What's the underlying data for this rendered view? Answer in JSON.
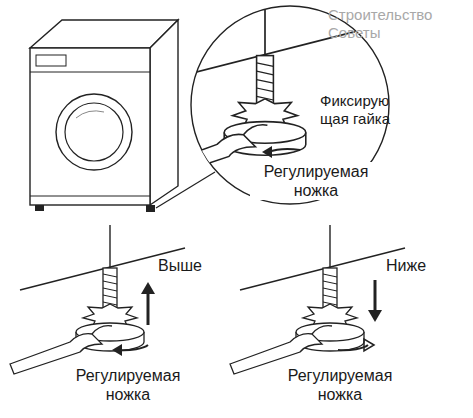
{
  "diagram": {
    "labels": [
      "Строительство Советы",
      "Фиксирую щая гайка",
      "Регулируемая ножка",
      "Выше",
      "Регулируемая ножка",
      "Ниже",
      "Регулируемая ножка"
    ]
  }
}
